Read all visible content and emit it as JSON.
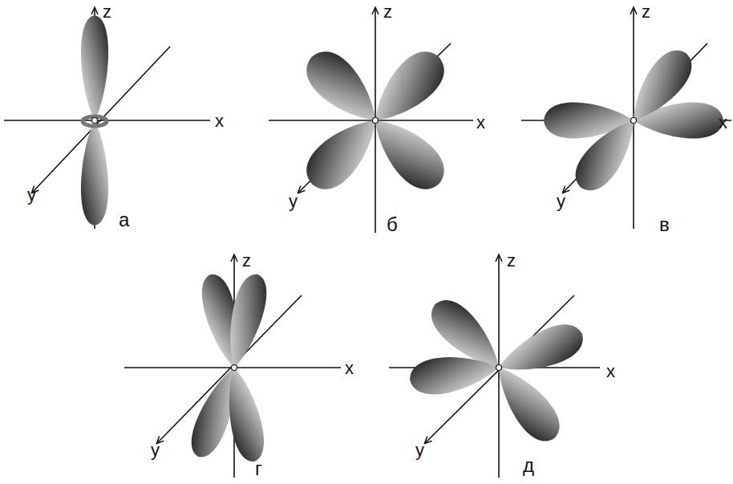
{
  "diagram": {
    "labels": [
      "z",
      "x",
      "y",
      "а",
      "z",
      "x",
      "y",
      "б",
      "z",
      "x",
      "y",
      "в",
      "z",
      "x",
      "y",
      "г",
      "z",
      "x",
      "y",
      "д"
    ]
  }
}
